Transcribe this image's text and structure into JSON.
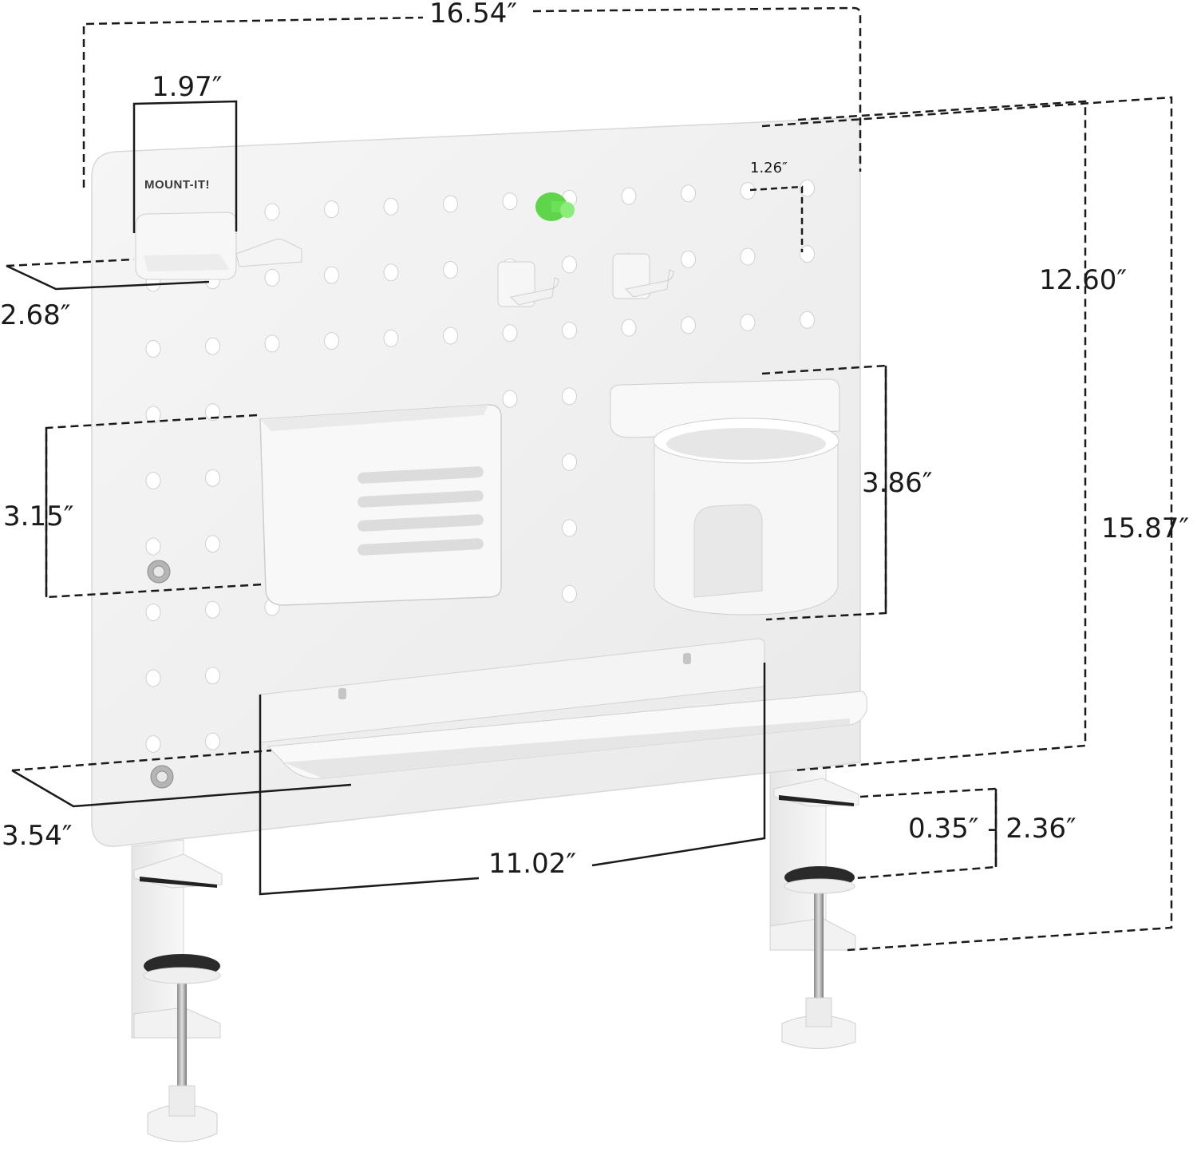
{
  "brand": {
    "logo_text": "MOUNT-IT!"
  },
  "dimensions": {
    "overall_width": "16.54″",
    "hook_width": "1.97″",
    "hole_spacing": "1.26″",
    "hook_depth": "2.68″",
    "panel_height": "12.60″",
    "overall_height": "15.87″",
    "cup_holder_height": "3.86″",
    "storage_box_height": "3.15″",
    "shelf_depth": "3.54″",
    "clamp_range": "0.35″ - 2.36″",
    "shelf_width": "11.02″"
  },
  "colors": {
    "panel": "#f0f0f0",
    "accent_pin": "#6de05a",
    "dimension_line": "#1a1a1a"
  }
}
